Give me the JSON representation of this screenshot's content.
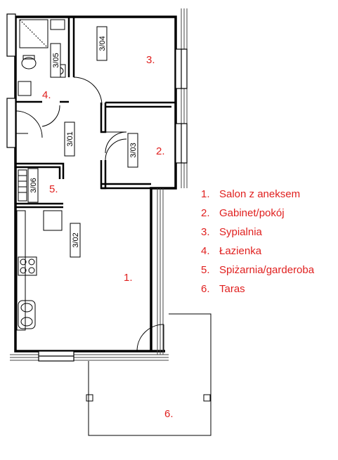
{
  "room_numbers": {
    "r1": "1.",
    "r2": "2.",
    "r3": "3.",
    "r4": "4.",
    "r5": "5.",
    "r6": "6."
  },
  "room_codes": {
    "c01": "3/01",
    "c02": "3/02",
    "c03": "3/03",
    "c04": "3/04",
    "c05": "3/05",
    "c06": "3/06"
  },
  "legend": [
    {
      "num": "1.",
      "label": "Salon z aneksem"
    },
    {
      "num": "2.",
      "label": "Gabinet/pokój"
    },
    {
      "num": "3.",
      "label": "Sypialnia"
    },
    {
      "num": "4.",
      "label": "Łazienka"
    },
    {
      "num": "5.",
      "label": "Spiżarnia/garderoba"
    },
    {
      "num": "6.",
      "label": "Taras"
    }
  ],
  "colors": {
    "wall": "#000000",
    "annotation": "#e0201f"
  }
}
